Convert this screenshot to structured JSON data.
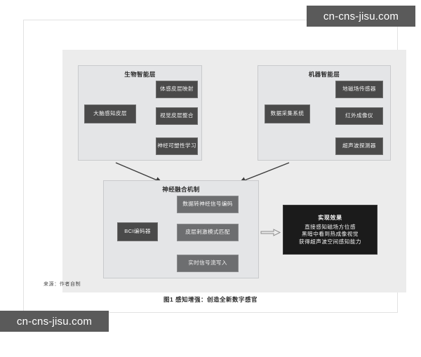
{
  "watermarks": {
    "top": "cn-cns-jisu.com",
    "bottom": "cn-cns-jisu.com"
  },
  "figure": {
    "source_note": "来源：作者自制",
    "caption": "图1 感知增强：创造全新数字感官"
  },
  "panels": {
    "biological": {
      "title": "生物智能层",
      "source": {
        "label": "大脑感知皮层"
      },
      "targets": [
        {
          "label": "体感皮层映射"
        },
        {
          "label": "视觉皮层整合"
        },
        {
          "label": "神经可塑性学习"
        }
      ]
    },
    "machine": {
      "title": "机器智能层",
      "source": {
        "label": "数据采集系统"
      },
      "targets": [
        {
          "label": "地磁场传感器"
        },
        {
          "label": "红外成像仪"
        },
        {
          "label": "超声波探测器"
        }
      ]
    },
    "fusion": {
      "title": "神经融合机制",
      "source": {
        "label": "BCI编码器"
      },
      "targets": [
        {
          "label": "数据转神经信号编码"
        },
        {
          "label": "皮层刺激模式匹配"
        },
        {
          "label": "实时信号流写入"
        }
      ]
    }
  },
  "result": {
    "title": "实现效果",
    "lines": [
      "直接感知磁场方位感",
      "黑暗中看到热成像视觉",
      "获得超声波空间感知能力"
    ]
  },
  "colors": {
    "canvas_bg": "#ececec",
    "panel_bg": "#e4e5e7",
    "node_dark": "#4a4a4a",
    "node_mid": "#6d6e70",
    "result_bg": "#1b1b1b",
    "watermark_bg": "#5a5a5a"
  }
}
